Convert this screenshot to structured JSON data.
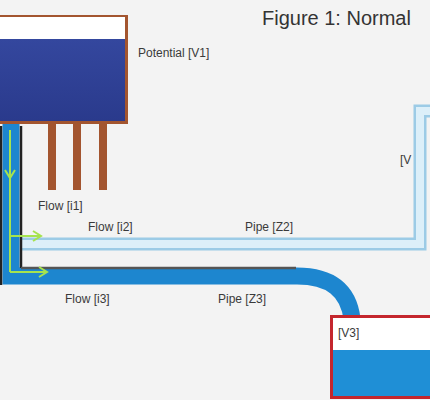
{
  "diagram": {
    "title": "Figure 1: Normal",
    "nodes": [
      {
        "text": [
          "Potential [V1]"
        ]
      },
      {
        "text": [
          "[V3]"
        ]
      }
    ],
    "edges": [
      {
        "from": 0,
        "to": 1,
        "arrow": "none",
        "label": "Pipe [Z3]"
      }
    ],
    "labels": [
      "Flow [i1]",
      "Flow [i2]",
      "Pipe [Z2]",
      "[V",
      "Flow [i3]"
    ]
  }
}
